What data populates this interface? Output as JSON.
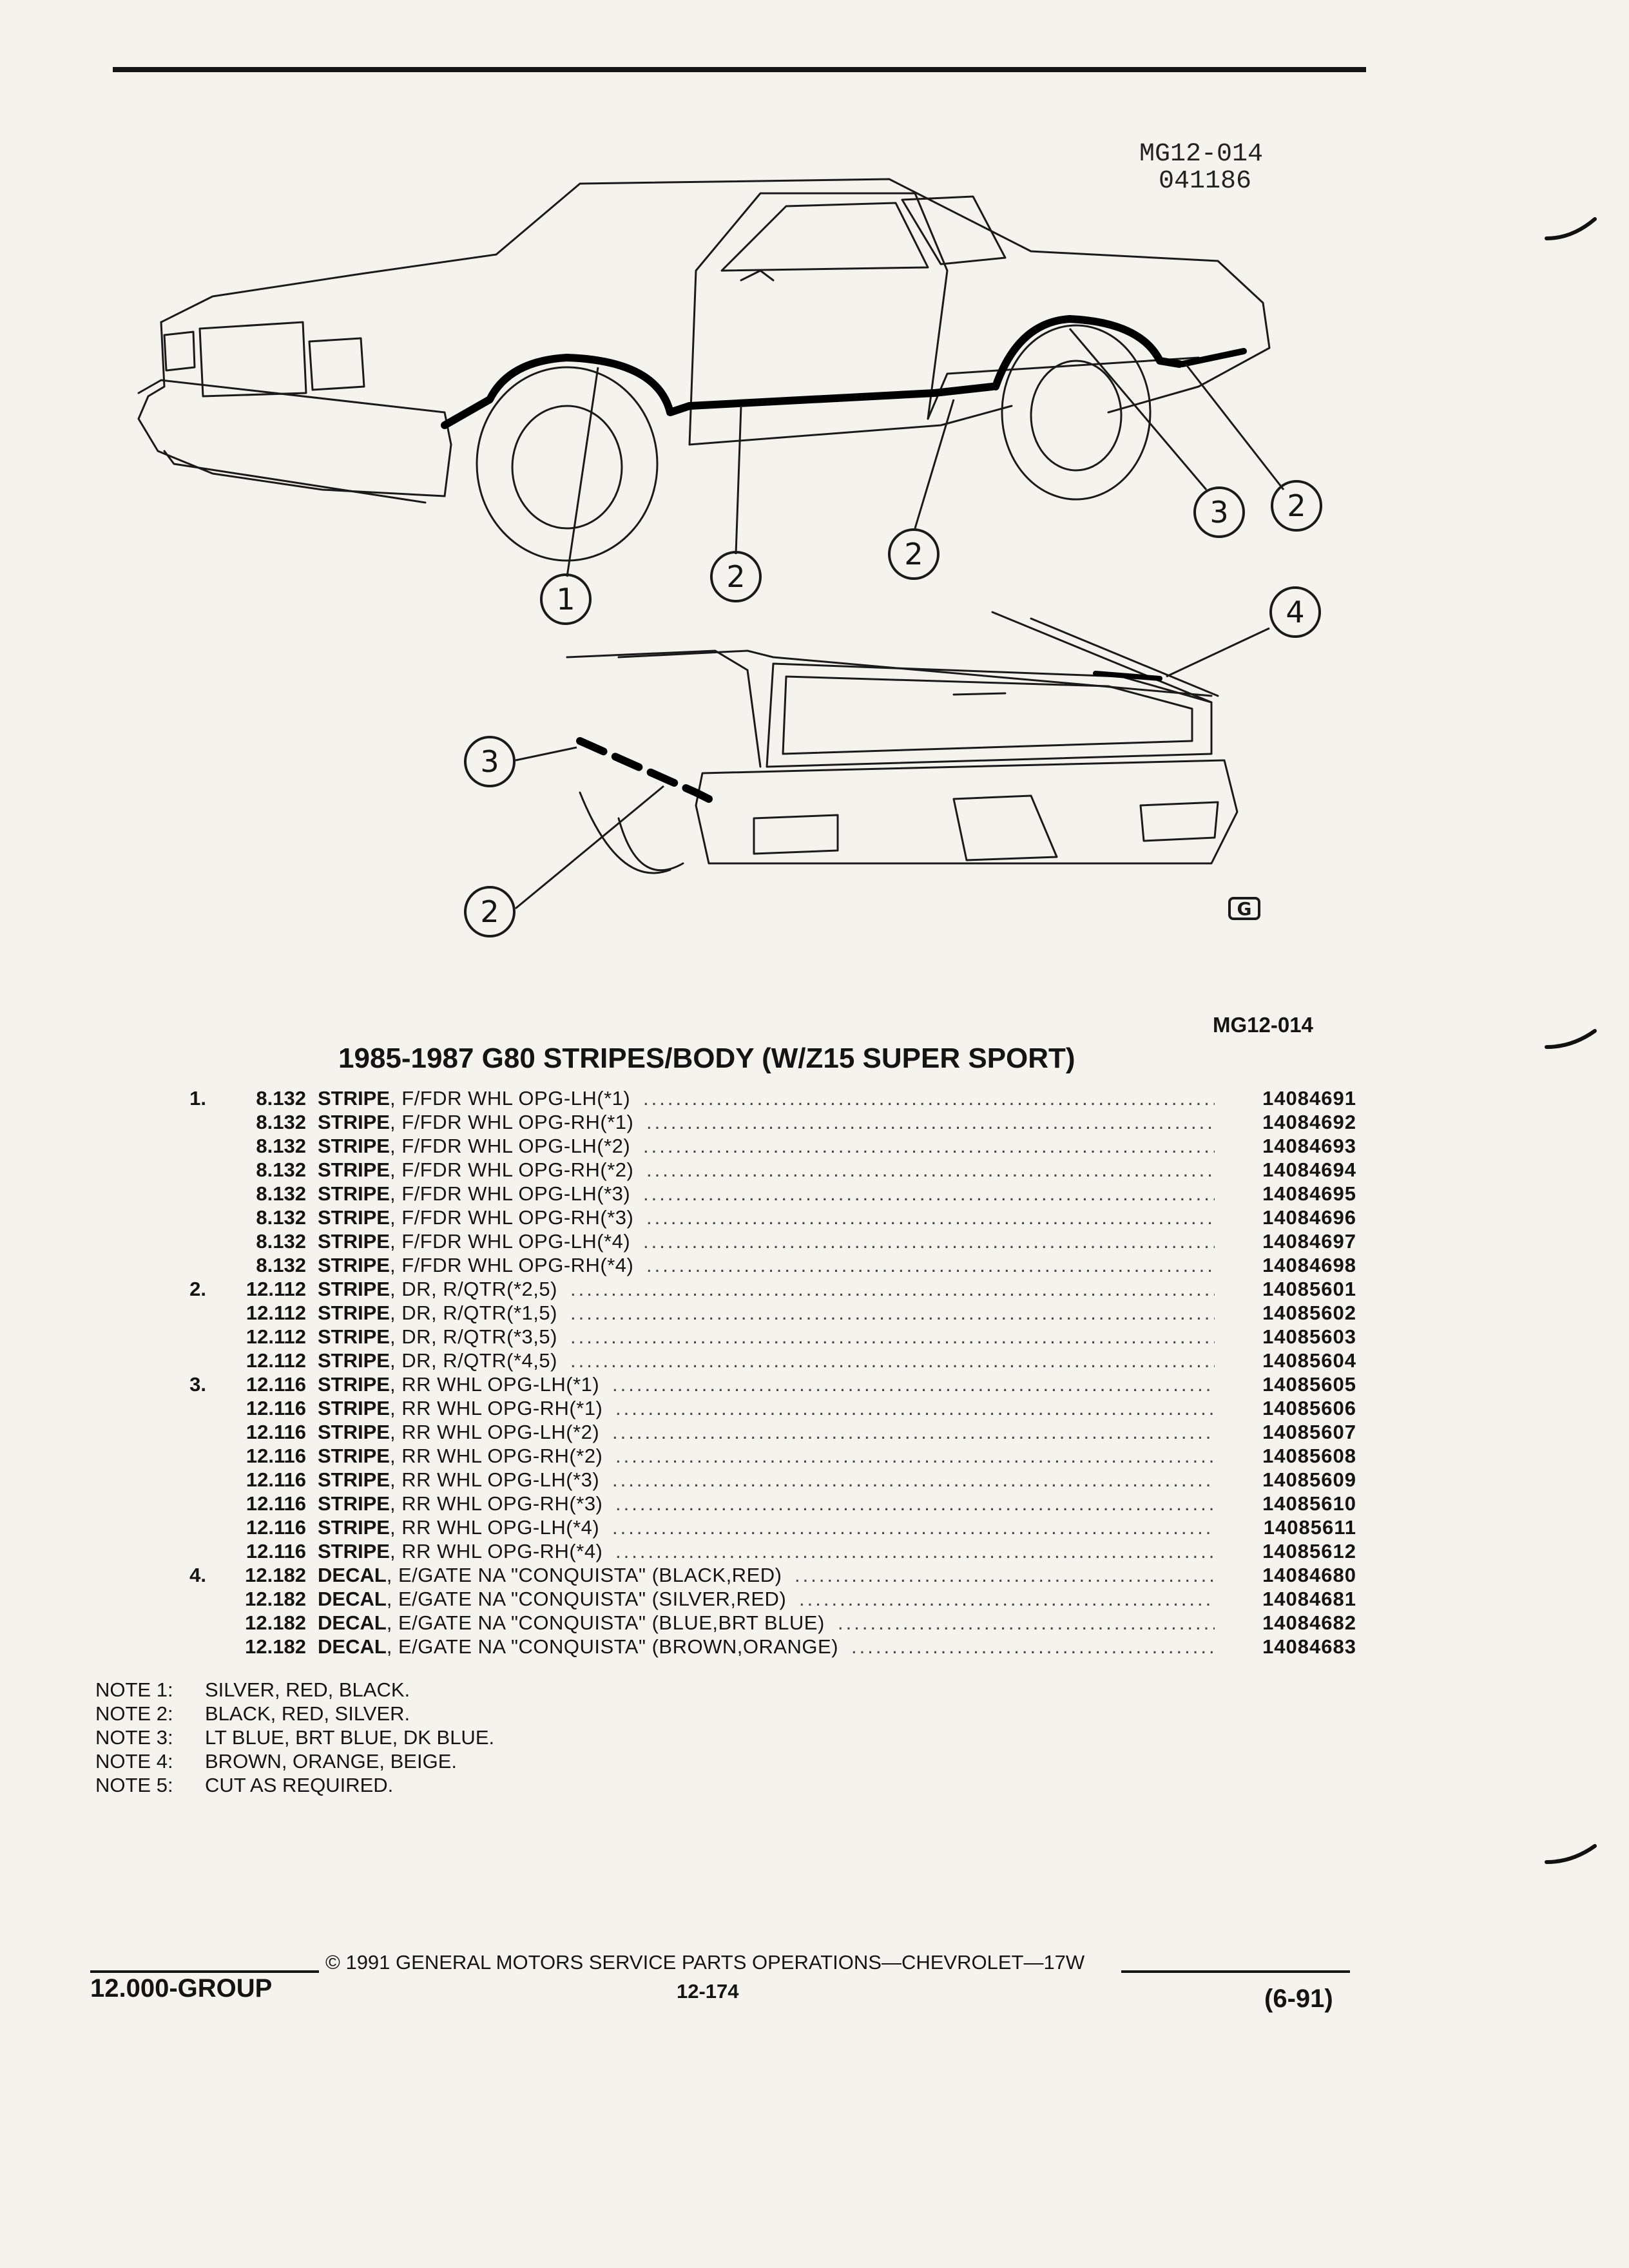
{
  "figure": {
    "code_top": "MG12-014",
    "code_top_date": "041186",
    "callouts": [
      "1",
      "2",
      "2",
      "3",
      "2",
      "4",
      "3",
      "2"
    ],
    "mark_glyph": "G"
  },
  "section": {
    "figure_id": "MG12-014",
    "title": "1985-1987 G80 STRIPES/BODY (W/Z15 SUPER SPORT)"
  },
  "parts": [
    {
      "item": "1.",
      "group": "8.132",
      "name": "STRIPE",
      "desc": ", F/FDR WHL OPG-LH(*1)",
      "part": "14084691"
    },
    {
      "item": "",
      "group": "8.132",
      "name": "STRIPE",
      "desc": ", F/FDR WHL OPG-RH(*1)",
      "part": "14084692"
    },
    {
      "item": "",
      "group": "8.132",
      "name": "STRIPE",
      "desc": ", F/FDR WHL OPG-LH(*2)",
      "part": "14084693"
    },
    {
      "item": "",
      "group": "8.132",
      "name": "STRIPE",
      "desc": ", F/FDR WHL OPG-RH(*2)",
      "part": "14084694"
    },
    {
      "item": "",
      "group": "8.132",
      "name": "STRIPE",
      "desc": ", F/FDR WHL OPG-LH(*3)",
      "part": "14084695"
    },
    {
      "item": "",
      "group": "8.132",
      "name": "STRIPE",
      "desc": ", F/FDR WHL OPG-RH(*3)",
      "part": "14084696"
    },
    {
      "item": "",
      "group": "8.132",
      "name": "STRIPE",
      "desc": ", F/FDR WHL OPG-LH(*4)",
      "part": "14084697"
    },
    {
      "item": "",
      "group": "8.132",
      "name": "STRIPE",
      "desc": ", F/FDR WHL OPG-RH(*4)",
      "part": "14084698"
    },
    {
      "item": "2.",
      "group": "12.112",
      "name": "STRIPE",
      "desc": ", DR, R/QTR(*2,5)",
      "part": "14085601"
    },
    {
      "item": "",
      "group": "12.112",
      "name": "STRIPE",
      "desc": ", DR, R/QTR(*1,5)",
      "part": "14085602"
    },
    {
      "item": "",
      "group": "12.112",
      "name": "STRIPE",
      "desc": ", DR, R/QTR(*3,5)",
      "part": "14085603"
    },
    {
      "item": "",
      "group": "12.112",
      "name": "STRIPE",
      "desc": ", DR, R/QTR(*4,5)",
      "part": "14085604"
    },
    {
      "item": "3.",
      "group": "12.116",
      "name": "STRIPE",
      "desc": ", RR WHL OPG-LH(*1)",
      "part": "14085605"
    },
    {
      "item": "",
      "group": "12.116",
      "name": "STRIPE",
      "desc": ", RR WHL OPG-RH(*1)",
      "part": "14085606"
    },
    {
      "item": "",
      "group": "12.116",
      "name": "STRIPE",
      "desc": ", RR WHL OPG-LH(*2)",
      "part": "14085607"
    },
    {
      "item": "",
      "group": "12.116",
      "name": "STRIPE",
      "desc": ", RR WHL OPG-RH(*2)",
      "part": "14085608"
    },
    {
      "item": "",
      "group": "12.116",
      "name": "STRIPE",
      "desc": ", RR WHL OPG-LH(*3)",
      "part": "14085609"
    },
    {
      "item": "",
      "group": "12.116",
      "name": "STRIPE",
      "desc": ", RR WHL OPG-RH(*3)",
      "part": "14085610"
    },
    {
      "item": "",
      "group": "12.116",
      "name": "STRIPE",
      "desc": ", RR WHL OPG-LH(*4)",
      "part": "14085611"
    },
    {
      "item": "",
      "group": "12.116",
      "name": "STRIPE",
      "desc": ", RR WHL OPG-RH(*4)",
      "part": "14085612"
    },
    {
      "item": "4.",
      "group": "12.182",
      "name": "DECAL",
      "desc": ", E/GATE NA \"CONQUISTA\" (BLACK,RED)",
      "part": "14084680"
    },
    {
      "item": "",
      "group": "12.182",
      "name": "DECAL",
      "desc": ", E/GATE NA \"CONQUISTA\" (SILVER,RED)",
      "part": "14084681"
    },
    {
      "item": "",
      "group": "12.182",
      "name": "DECAL",
      "desc": ", E/GATE NA \"CONQUISTA\" (BLUE,BRT BLUE)",
      "part": "14084682"
    },
    {
      "item": "",
      "group": "12.182",
      "name": "DECAL",
      "desc": ", E/GATE NA \"CONQUISTA\" (BROWN,ORANGE)",
      "part": "14084683"
    }
  ],
  "notes": [
    {
      "label": "NOTE 1:",
      "text": "SILVER, RED, BLACK."
    },
    {
      "label": "NOTE 2:",
      "text": "BLACK, RED, SILVER."
    },
    {
      "label": "NOTE 3:",
      "text": "LT BLUE, BRT BLUE, DK BLUE."
    },
    {
      "label": "NOTE 4:",
      "text": "BROWN, ORANGE, BEIGE."
    },
    {
      "label": "NOTE 5:",
      "text": "CUT AS REQUIRED."
    }
  ],
  "footer": {
    "group": "12.000-GROUP",
    "copyright": "© 1991 GENERAL MOTORS SERVICE PARTS OPERATIONS—CHEVROLET—17W",
    "page": "12-174",
    "date": "(6-91)"
  }
}
